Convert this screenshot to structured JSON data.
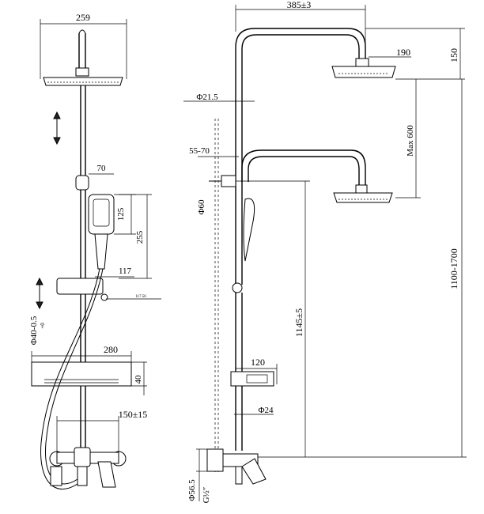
{
  "front_view": {
    "head_width": "259",
    "handshower_width": "70",
    "handshower_face": "125",
    "handshower_length": "255",
    "holder_depth": "117",
    "holder_small": "117.56",
    "slider_range": "Φ40-0.5",
    "slider_range_tol": "+0",
    "shelf_width": "280",
    "shelf_height": "40",
    "valve_centers": "150±15"
  },
  "side_view": {
    "projection": "385±3",
    "head_dia": "190",
    "head_drop": "150",
    "pipe_dia": "Φ21.5",
    "max_adjust": "Max 600",
    "wall_gap": "55-70",
    "bracket_dia": "Φ60",
    "total_height": "1100-1700",
    "bracket_height": "1145±5",
    "shelf_depth": "120",
    "lower_pipe_dia": "Φ24",
    "valve_dia": "Φ56.5",
    "thread": "G½″"
  }
}
